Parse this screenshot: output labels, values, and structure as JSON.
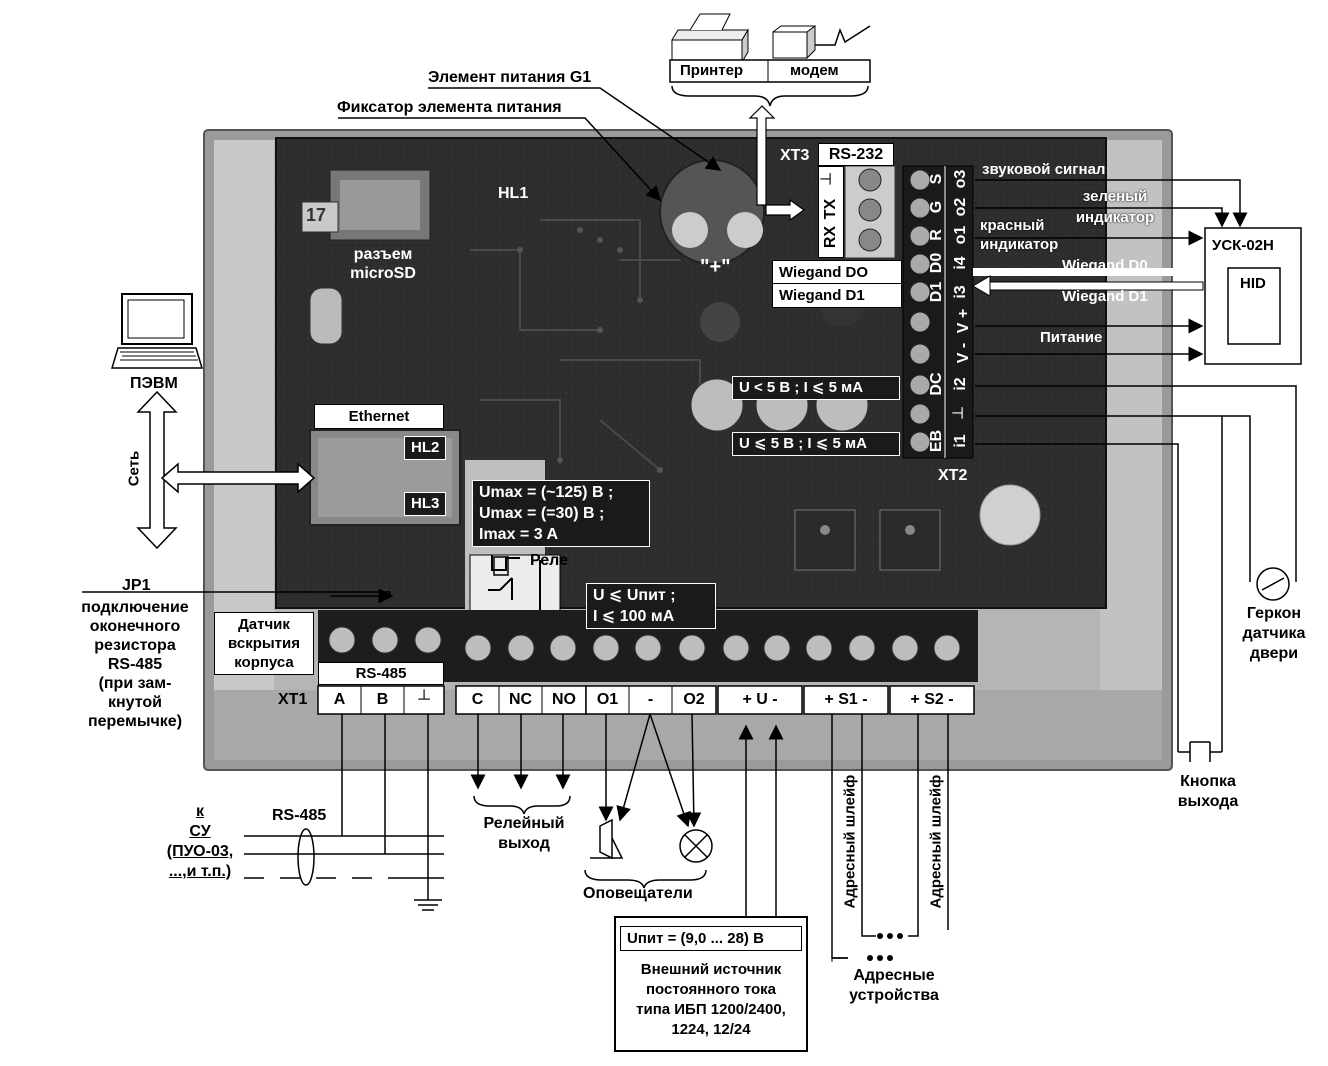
{
  "title_labels": {
    "battery_element": "Элемент питания G1",
    "battery_holder": "Фиксатор элемента питания",
    "printer": "Принтер",
    "modem": "модем",
    "hl1": "HL1",
    "microsd": "разъем\nmicroSD",
    "plus": "\"+\"",
    "pc": "ПЭВМ",
    "network": "Сеть",
    "ethernet": "Ethernet",
    "hl2": "HL2",
    "hl3": "HL3",
    "board_number": "17",
    "jp1": "JP1",
    "jp1_desc": "подключение\nоконечного\nрезистора\nRS-485\n(при зам-\nкнутой\nперемычке)",
    "tamper": "Датчик\nвскрытия\nкорпуса",
    "relay_limits": "Umax = (~125) В ;\nUmax = (=30) В ;\nImax = 3 A",
    "relay": "Реле",
    "out_limits": "U ⩽ Uпит ;\nI ⩽ 100 мА",
    "xt1": "XT1",
    "xt2": "XT2",
    "xt3": "XT3",
    "rs232": "RS-232",
    "sound": "звуковой сигнал",
    "green": "зеленый\nиндикатор",
    "red": "красный\nиндикатор",
    "usk": "УСК-02Н",
    "hid": "HID",
    "wiegand_d0_box": "Wiegand DO",
    "wiegand_d1_box": "Wiegand D1",
    "wiegand_d0": "Wiegand D0",
    "wiegand_d1": "Wiegand D1",
    "power": "Питание",
    "dc_limits": "U < 5 В ; I ⩽ 5 мА",
    "eb_limits": "U ⩽ 5 В ; I ⩽ 5 мА",
    "gerkon": "Геркон\nдатчика\nдвери",
    "exit_button": "Кнопка\nвыхода",
    "rs485_bottom": "RS-485",
    "su": "к\nСУ\n(ПУО-03,\n...,и т.п.)",
    "relay_output": "Релейный\nвыход",
    "alarms": "Оповещатели",
    "upit": "Uпит = (9,0 ... 28) В",
    "psu": "Внешний источник\nпостоянного тока\nтипа ИБП 1200/2400,\n1224, 12/24",
    "addr_loop": "Адресный шлейф",
    "addr_devices": "Адресные\nустройства"
  },
  "xt1_terminals": {
    "rs485_header": "RS-485",
    "labels": [
      "A",
      "B",
      "┴",
      "C",
      "NC",
      "NO",
      "O1",
      "-",
      "O2",
      "+ U -",
      "+ S1 -",
      "+ S2 -"
    ]
  },
  "xt2_terminals": {
    "function": [
      "S",
      "G",
      "R",
      "D0",
      "D1",
      "V +",
      "V -",
      "DC",
      "┴",
      "EB"
    ],
    "io": [
      "o3",
      "o2",
      "o1",
      "i4",
      "i3",
      "",
      "",
      "i2",
      "",
      "i1"
    ]
  },
  "xt3_terminals": [
    "┴",
    "TX",
    "RX"
  ],
  "colors": {
    "board": "#2b2b2b",
    "case": "#8c8c8c",
    "line": "#000000"
  }
}
